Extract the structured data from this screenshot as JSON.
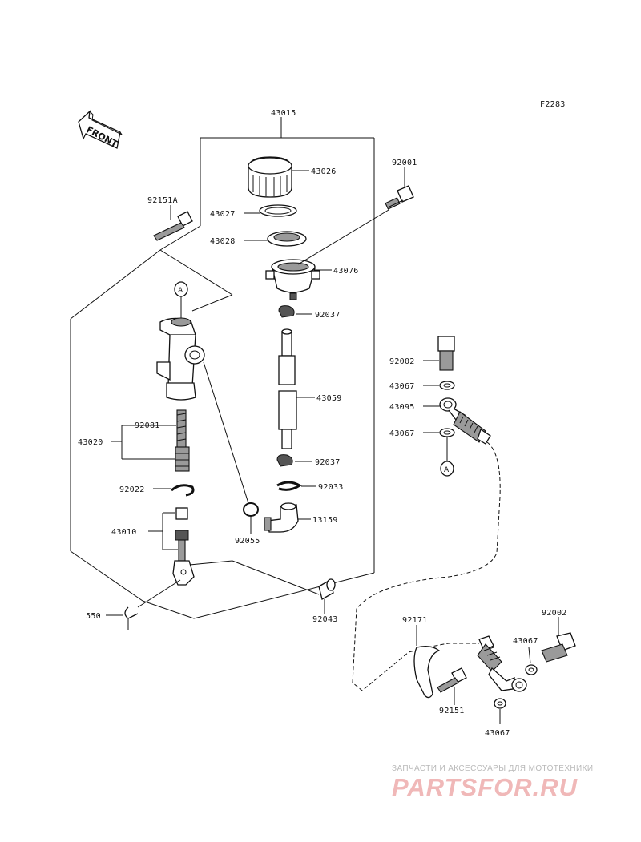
{
  "figure_code": "F2283",
  "front_label": "FRONT",
  "ref_marker": "A",
  "labels": {
    "l43015": "43015",
    "l43026": "43026",
    "l43027": "43027",
    "l43028": "43028",
    "l43076": "43076",
    "l92001": "92001",
    "l92151a": "92151A",
    "l92037a": "92037",
    "l92002a": "92002",
    "l43067a": "43067",
    "l43095": "43095",
    "l43067b": "43067",
    "l43059": "43059",
    "l92081": "92081",
    "l43020": "43020",
    "l92037b": "92037",
    "l92022": "92022",
    "l92033": "92033",
    "l43010": "43010",
    "l13159": "13159",
    "l92055": "92055",
    "l550": "550",
    "l92043": "92043",
    "l92171": "92171",
    "l92002b": "92002",
    "l43067c": "43067",
    "l92151": "92151",
    "l43067d": "43067"
  },
  "watermark": {
    "tagline": "ЗАПЧАСТИ И АКСЕССУАРЫ ДЛЯ МОТОТЕХНИКИ",
    "brand": "PARTSFOR.RU"
  }
}
